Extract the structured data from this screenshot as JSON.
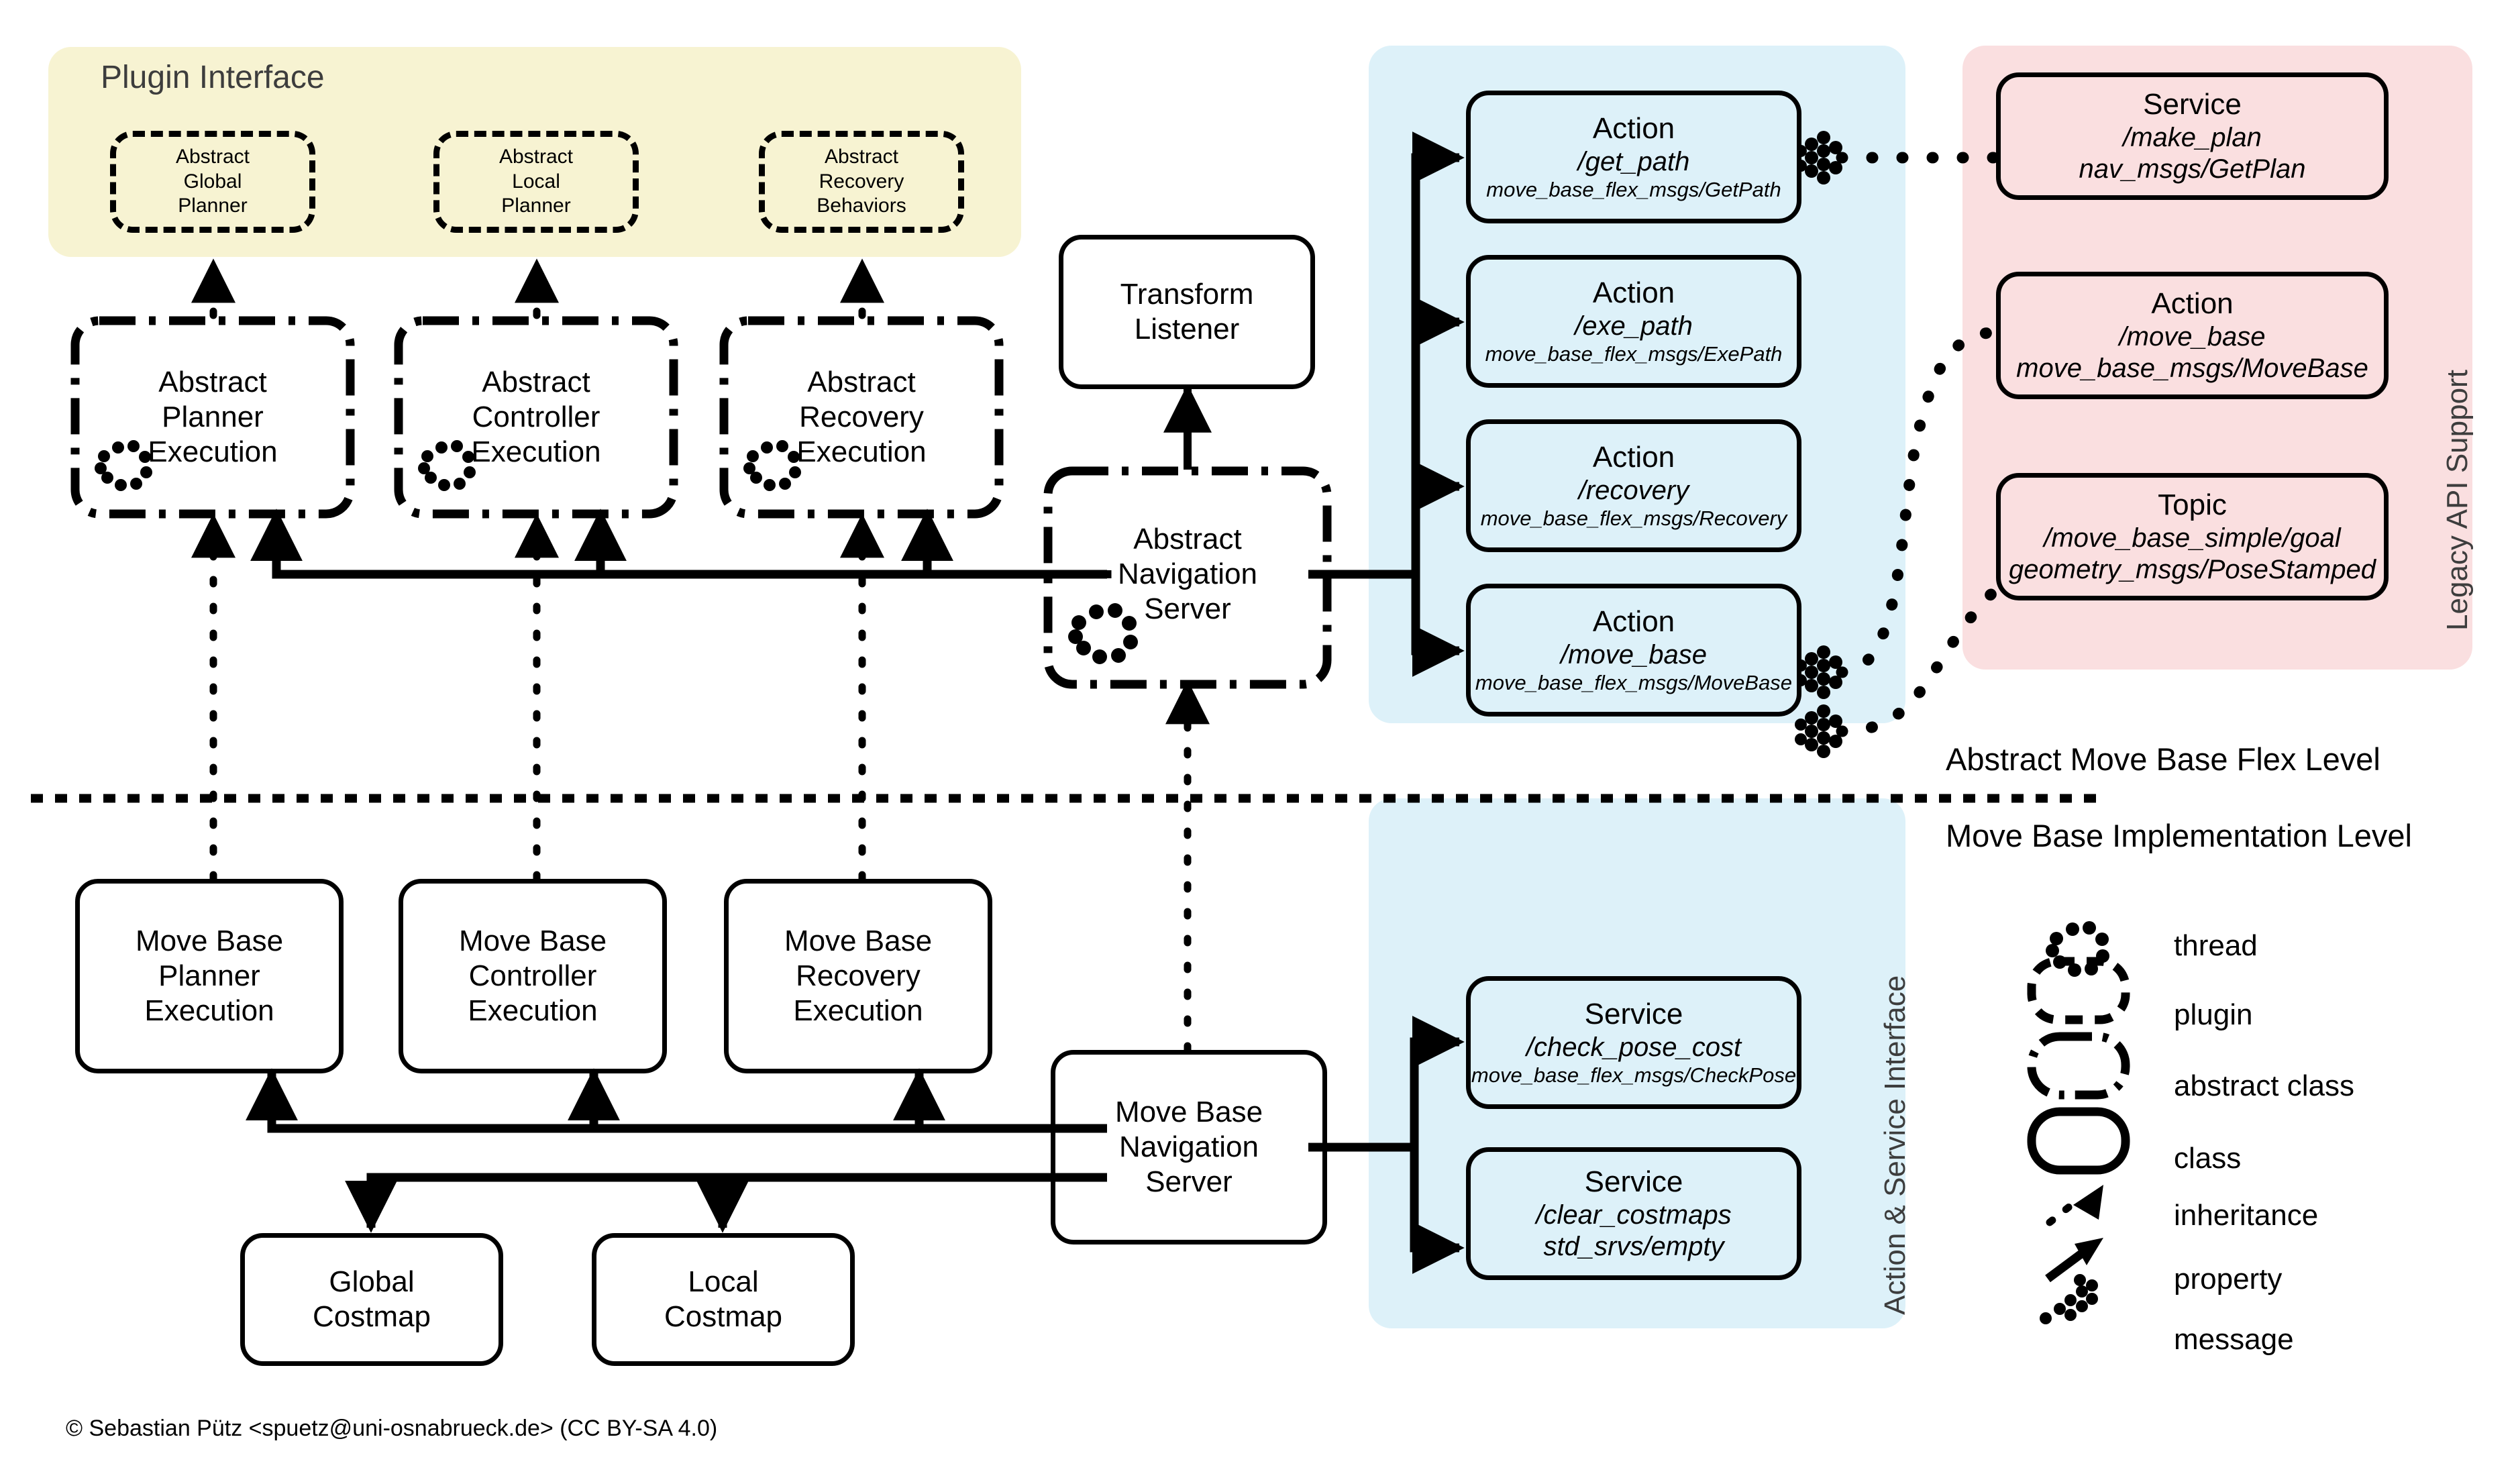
{
  "title": "Move Base Flex Architecture",
  "panels": {
    "plugin_interface": {
      "label": "Plugin Interface",
      "color": "#f7f3d2"
    },
    "action_service_interface": {
      "label": "Action & Service Interface",
      "color": "#ddf1f9"
    },
    "legacy_api_support": {
      "label": "Legacy API Support",
      "color": "#fadfe0"
    }
  },
  "plugins": [
    {
      "lines": [
        "Abstract",
        "Global",
        "Planner"
      ]
    },
    {
      "lines": [
        "Abstract",
        "Local",
        "Planner"
      ]
    },
    {
      "lines": [
        "Abstract",
        "Recovery",
        "Behaviors"
      ]
    }
  ],
  "abstract_executions": [
    {
      "lines": [
        "Abstract",
        "Planner",
        "Execution"
      ]
    },
    {
      "lines": [
        "Abstract",
        "Controller",
        "Execution"
      ]
    },
    {
      "lines": [
        "Abstract",
        "Recovery",
        "Execution"
      ]
    }
  ],
  "transform_listener": {
    "lines": [
      "Transform",
      "Listener"
    ]
  },
  "abstract_navigation_server": {
    "lines": [
      "Abstract",
      "Navigation",
      "Server"
    ]
  },
  "move_base_navigation_server": {
    "lines": [
      "Move Base",
      "Navigation",
      "Server"
    ]
  },
  "move_base_executions": [
    {
      "lines": [
        "Move Base",
        "Planner",
        "Execution"
      ]
    },
    {
      "lines": [
        "Move Base",
        "Controller",
        "Execution"
      ]
    },
    {
      "lines": [
        "Move Base",
        "Recovery",
        "Execution"
      ]
    }
  ],
  "costmaps": [
    {
      "lines": [
        "Global",
        "Costmap"
      ]
    },
    {
      "lines": [
        "Local",
        "Costmap"
      ]
    }
  ],
  "actions": [
    {
      "kind": "Action",
      "name": "/get_path",
      "type": "move_base_flex_msgs/GetPath"
    },
    {
      "kind": "Action",
      "name": "/exe_path",
      "type": "move_base_flex_msgs/ExePath"
    },
    {
      "kind": "Action",
      "name": "/recovery",
      "type": "move_base_flex_msgs/Recovery"
    },
    {
      "kind": "Action",
      "name": "/move_base",
      "type": "move_base_flex_msgs/MoveBase"
    }
  ],
  "services": [
    {
      "kind": "Service",
      "name": "/check_pose_cost",
      "type": "move_base_flex_msgs/CheckPose"
    },
    {
      "kind": "Service",
      "name": "/clear_costmaps",
      "type": "std_srvs/empty"
    }
  ],
  "legacy": [
    {
      "kind": "Service",
      "name": "/make_plan",
      "type": "nav_msgs/GetPlan"
    },
    {
      "kind": "Action",
      "name": "/move_base",
      "type": "move_base_msgs/MoveBase"
    },
    {
      "kind": "Topic",
      "name": "/move_base_simple/goal",
      "type": "geometry_msgs/PoseStamped"
    }
  ],
  "levels": {
    "upper": "Abstract Move Base Flex Level",
    "lower": "Move Base Implementation Level"
  },
  "legend": [
    {
      "icon": "thread-icon",
      "label": "thread"
    },
    {
      "icon": "plugin-icon",
      "label": "plugin"
    },
    {
      "icon": "abstract-class-icon",
      "label": "abstract class"
    },
    {
      "icon": "class-icon",
      "label": "class"
    },
    {
      "icon": "inheritance-icon",
      "label": "inheritance"
    },
    {
      "icon": "property-icon",
      "label": "property"
    },
    {
      "icon": "message-icon",
      "label": "message"
    }
  ],
  "credit": "© Sebastian Pütz <spuetz@uni-osnabrueck.de> (CC BY-SA 4.0)"
}
